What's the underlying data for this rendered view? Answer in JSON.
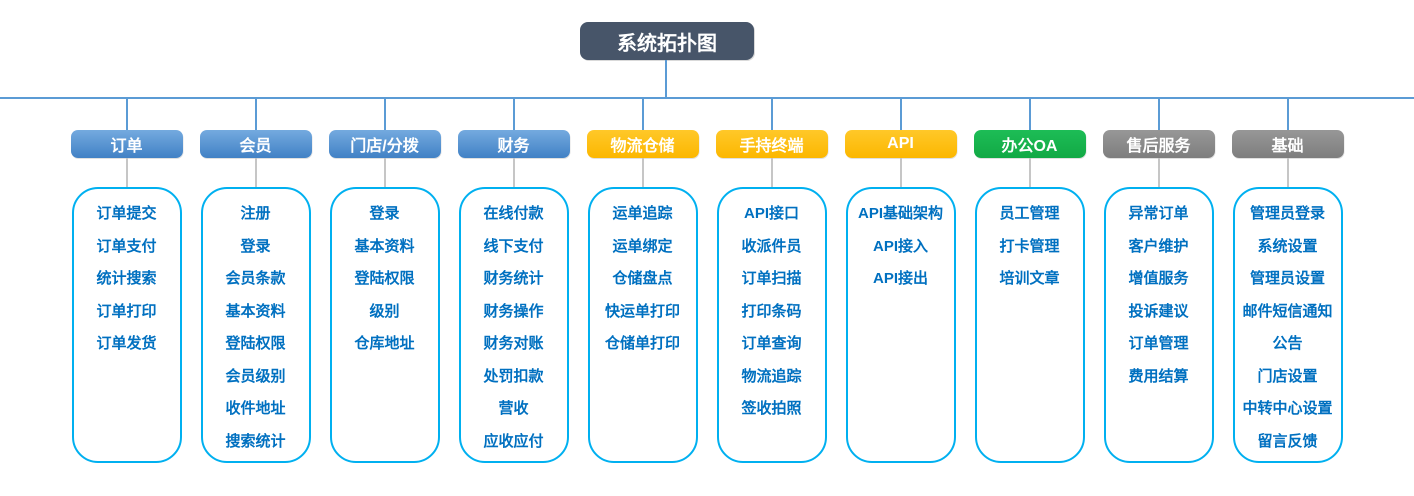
{
  "root": {
    "label": "系统拓扑图"
  },
  "colors": {
    "root_bg": "#475569",
    "connector_blue": "#5b9bd5",
    "connector_gray": "#c6c6c6",
    "box_border": "#00b0f0",
    "item_text": "#0070c0",
    "header_blue": "#4e8cce",
    "header_yellow": "#fdbb02",
    "header_green": "#17b34f",
    "header_gray": "#8a8a8a"
  },
  "columns": [
    {
      "label": "订单",
      "color": "blue",
      "items": [
        "订单提交",
        "订单支付",
        "统计搜索",
        "订单打印",
        "订单发货"
      ]
    },
    {
      "label": "会员",
      "color": "blue",
      "items": [
        "注册",
        "登录",
        "会员条款",
        "基本资料",
        "登陆权限",
        "会员级别",
        "收件地址",
        "搜索统计"
      ]
    },
    {
      "label": "门店/分拨",
      "color": "blue",
      "items": [
        "登录",
        "基本资料",
        "登陆权限",
        "级别",
        "仓库地址"
      ]
    },
    {
      "label": "财务",
      "color": "blue",
      "items": [
        "在线付款",
        "线下支付",
        "财务统计",
        "财务操作",
        "财务对账",
        "处罚扣款",
        "营收",
        "应收应付"
      ]
    },
    {
      "label": "物流仓储",
      "color": "yellow",
      "items": [
        "运单追踪",
        "运单绑定",
        "仓储盘点",
        "快运单打印",
        "仓储单打印"
      ]
    },
    {
      "label": "手持终端",
      "color": "yellow",
      "items": [
        "API接口",
        "收派件员",
        "订单扫描",
        "打印条码",
        "订单查询",
        "物流追踪",
        "签收拍照"
      ]
    },
    {
      "label": "API",
      "color": "yellow",
      "items": [
        "API基础架构",
        "API接入",
        "API接出"
      ]
    },
    {
      "label": "办公OA",
      "color": "green",
      "items": [
        "员工管理",
        "打卡管理",
        "培训文章"
      ]
    },
    {
      "label": "售后服务",
      "color": "gray",
      "items": [
        "异常订单",
        "客户维护",
        "增值服务",
        "投诉建议",
        "订单管理",
        "费用结算"
      ]
    },
    {
      "label": "基础",
      "color": "gray",
      "items": [
        "管理员登录",
        "系统设置",
        "管理员设置",
        "邮件短信通知",
        "公告",
        "门店设置",
        "中转中心设置",
        "留言反馈"
      ]
    }
  ]
}
